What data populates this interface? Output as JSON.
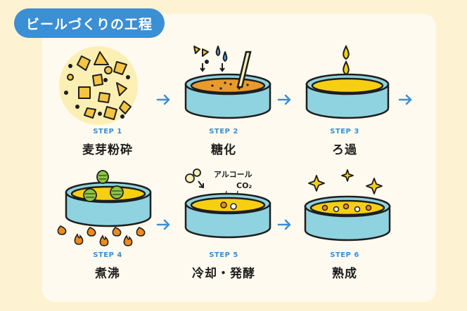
{
  "title": "ビールづくりの工程",
  "steps": [
    {
      "label": "STEP 1",
      "name": "麦芽粉砕"
    },
    {
      "label": "STEP 2",
      "name": "糖化"
    },
    {
      "label": "STEP 3",
      "name": "ろ過"
    },
    {
      "label": "STEP 4",
      "name": "煮沸"
    },
    {
      "label": "STEP 5",
      "name": "冷却・発酵"
    },
    {
      "label": "STEP 6",
      "name": "熟成"
    }
  ],
  "annotations": {
    "alcohol": "アルコール",
    "co2": "CO₂"
  },
  "colors": {
    "accent": "#3b8fd4",
    "pot": "#8fd3e0",
    "liquid": "#f7cf12",
    "mash": "#e89b2c",
    "malt": "#f5c542",
    "flame": "#f08a1d",
    "hop": "#8cc63f"
  }
}
